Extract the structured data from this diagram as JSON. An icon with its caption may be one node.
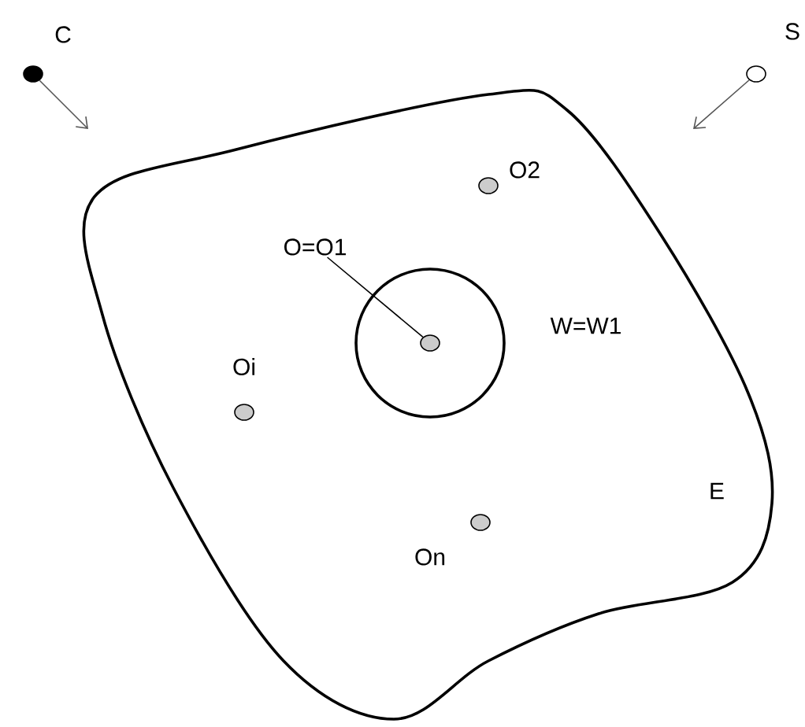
{
  "diagram": {
    "nodes": [
      {
        "text": [
          "E"
        ]
      },
      {
        "text": [],
        "shape": "circle",
        "beside": [
          "C"
        ]
      },
      {
        "text": [],
        "shape": "circle",
        "beside": [
          "S"
        ]
      },
      {
        "text": [],
        "shape": "circle",
        "beside": [
          "O2"
        ],
        "in": 0
      },
      {
        "text": [
          "O=O1"
        ],
        "in": 0
      },
      {
        "text": [
          "W=W1"
        ],
        "in": 0
      },
      {
        "text": [],
        "shape": "circle",
        "in": 5
      },
      {
        "text": [],
        "shape": "circle",
        "beside": [
          "Oi"
        ],
        "in": 0
      },
      {
        "text": [],
        "shape": "circle",
        "beside": [
          "On"
        ],
        "in": 0
      }
    ],
    "edges": [
      {
        "from": 1,
        "to": null,
        "arrow": "to",
        "color": "#555555"
      },
      {
        "from": 2,
        "to": null,
        "arrow": "to",
        "color": "#555555"
      },
      {
        "from": 4,
        "to": 6,
        "arrow": "none"
      }
    ]
  }
}
